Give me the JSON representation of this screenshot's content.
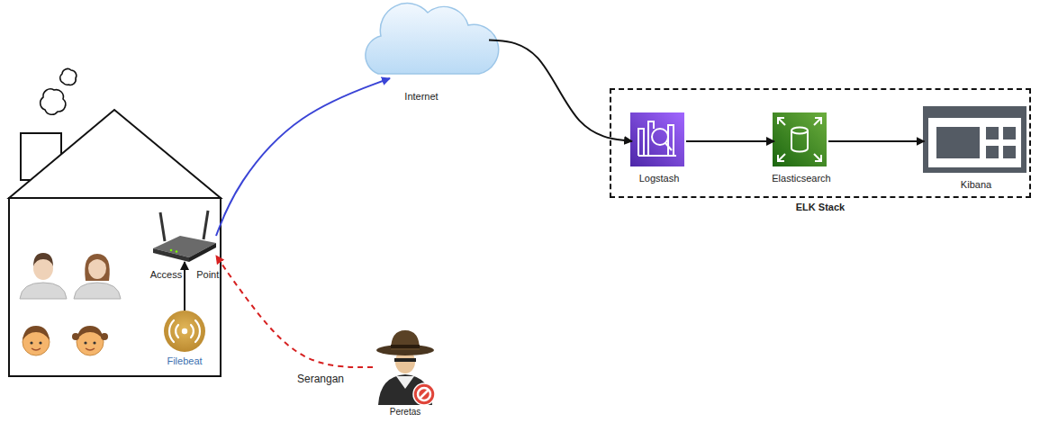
{
  "diagram": {
    "nodes": [
      {
        "text": [
          "Internet"
        ]
      },
      {
        "text": [
          "ELK Stack"
        ]
      },
      {
        "text": [
          "Logstash"
        ],
        "in": 1
      },
      {
        "text": [
          "Elasticsearch"
        ],
        "in": 1
      },
      {
        "text": [
          "Kibana"
        ],
        "in": 1
      },
      {
        "text": [
          "Access",
          "Point"
        ]
      },
      {
        "text": [
          "Filebeat"
        ]
      },
      {
        "text": [
          "Peretas"
        ]
      }
    ],
    "edges": [
      {
        "from": 6,
        "to": 5,
        "arrow": "to"
      },
      {
        "from": 5,
        "to": 0,
        "arrow": "to"
      },
      {
        "from": 0,
        "to": 2,
        "arrow": "to"
      },
      {
        "from": 2,
        "to": 3,
        "arrow": "to"
      },
      {
        "from": 3,
        "to": 4,
        "arrow": "to"
      },
      {
        "from": 7,
        "to": 5,
        "label": "Serangan",
        "arrow": "to"
      }
    ]
  }
}
